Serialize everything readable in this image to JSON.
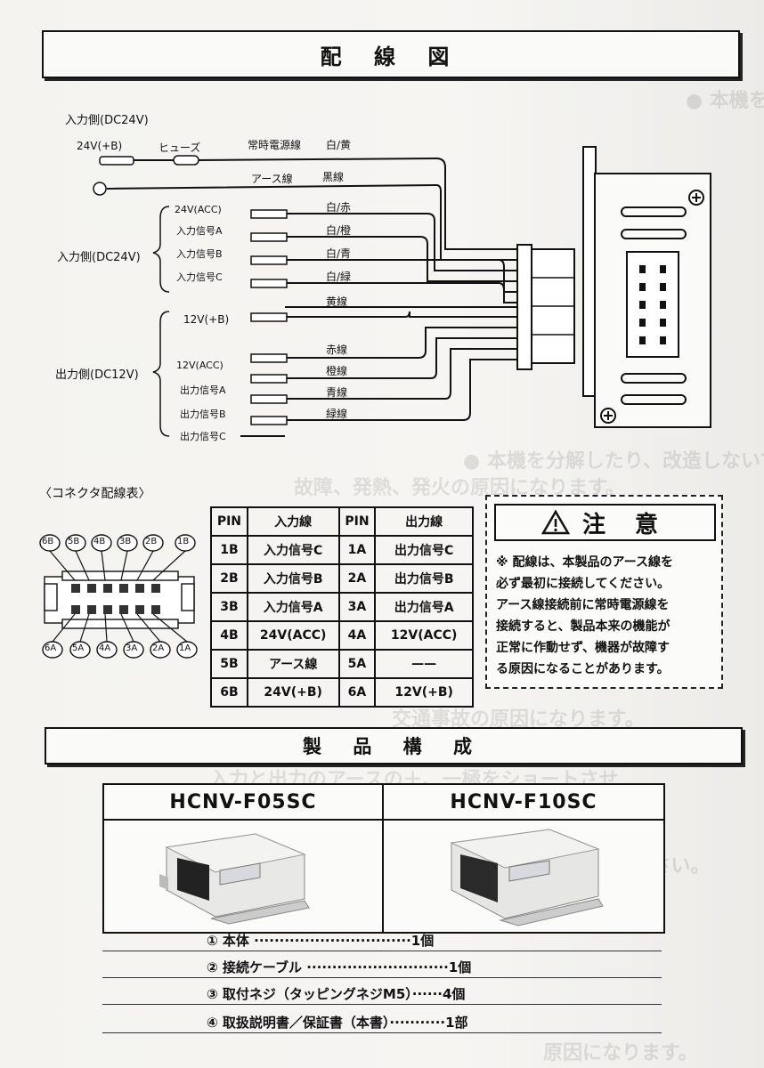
{
  "wiring_title": "配 線 図",
  "diagram": {
    "input_side_top": "入力側(DC24V)",
    "b_plus": "24V(+B)",
    "fuse": "ヒューズ",
    "const_power": "常時電源線",
    "white_yellow": "白/黄",
    "earth_wire": "アース線",
    "black_wire": "黒線",
    "acc24": "24V(ACC)",
    "in_a": "入力信号A",
    "in_b": "入力信号B",
    "in_c": "入力信号C",
    "white_red": "白/赤",
    "white_orange": "白/橙",
    "white_blue": "白/青",
    "white_green": "白/緑",
    "yellow_wire": "黄線",
    "input_side": "入力側(DC24V)",
    "v12b": "12V(+B)",
    "output_side": "出力側(DC12V)",
    "acc12": "12V(ACC)",
    "out_a": "出力信号A",
    "out_b": "出力信号B",
    "out_c": "出力信号C",
    "red_wire": "赤線",
    "orange_wire": "橙線",
    "blue_wire": "青線",
    "green_wire": "緑線"
  },
  "connector_title": "〈コネクタ配線表〉",
  "connector_pins_top": [
    "6B",
    "5B",
    "4B",
    "3B",
    "2B",
    "1B"
  ],
  "connector_pins_bottom": [
    "6A",
    "5A",
    "4A",
    "3A",
    "2A",
    "1A"
  ],
  "pin_table": {
    "headers": [
      "PIN",
      "入力線",
      "PIN",
      "出力線"
    ],
    "rows": [
      [
        "1B",
        "入力信号C",
        "1A",
        "出力信号C"
      ],
      [
        "2B",
        "入力信号B",
        "2A",
        "出力信号B"
      ],
      [
        "3B",
        "入力信号A",
        "3A",
        "出力信号A"
      ],
      [
        "4B",
        "24V(ACC)",
        "4A",
        "12V(ACC)"
      ],
      [
        "5B",
        "アース線",
        "5A",
        "——"
      ],
      [
        "6B",
        "24V(+B)",
        "6A",
        "12V(+B)"
      ]
    ]
  },
  "caution": {
    "title": "注 意",
    "lines": [
      "※ 配線は、本製品のアース線を",
      "必ず最初に接続してください。",
      "アース線接続前に常時電源線を",
      "接続すると、製品本来の機能が",
      "正常に作動せず、機器が故障す",
      "る原因になることがあります。"
    ]
  },
  "products_title": "製 品 構 成",
  "products": {
    "left_model": "HCNV-F05SC",
    "right_model": "HCNV-F10SC"
  },
  "contents": [
    "① 本体 ·······························1個",
    "② 接続ケーブル ····························1個",
    "③ 取付ネジ（タッピングネジM5）······4個",
    "④ 取扱説明書／保証書（本書）···········1部"
  ]
}
